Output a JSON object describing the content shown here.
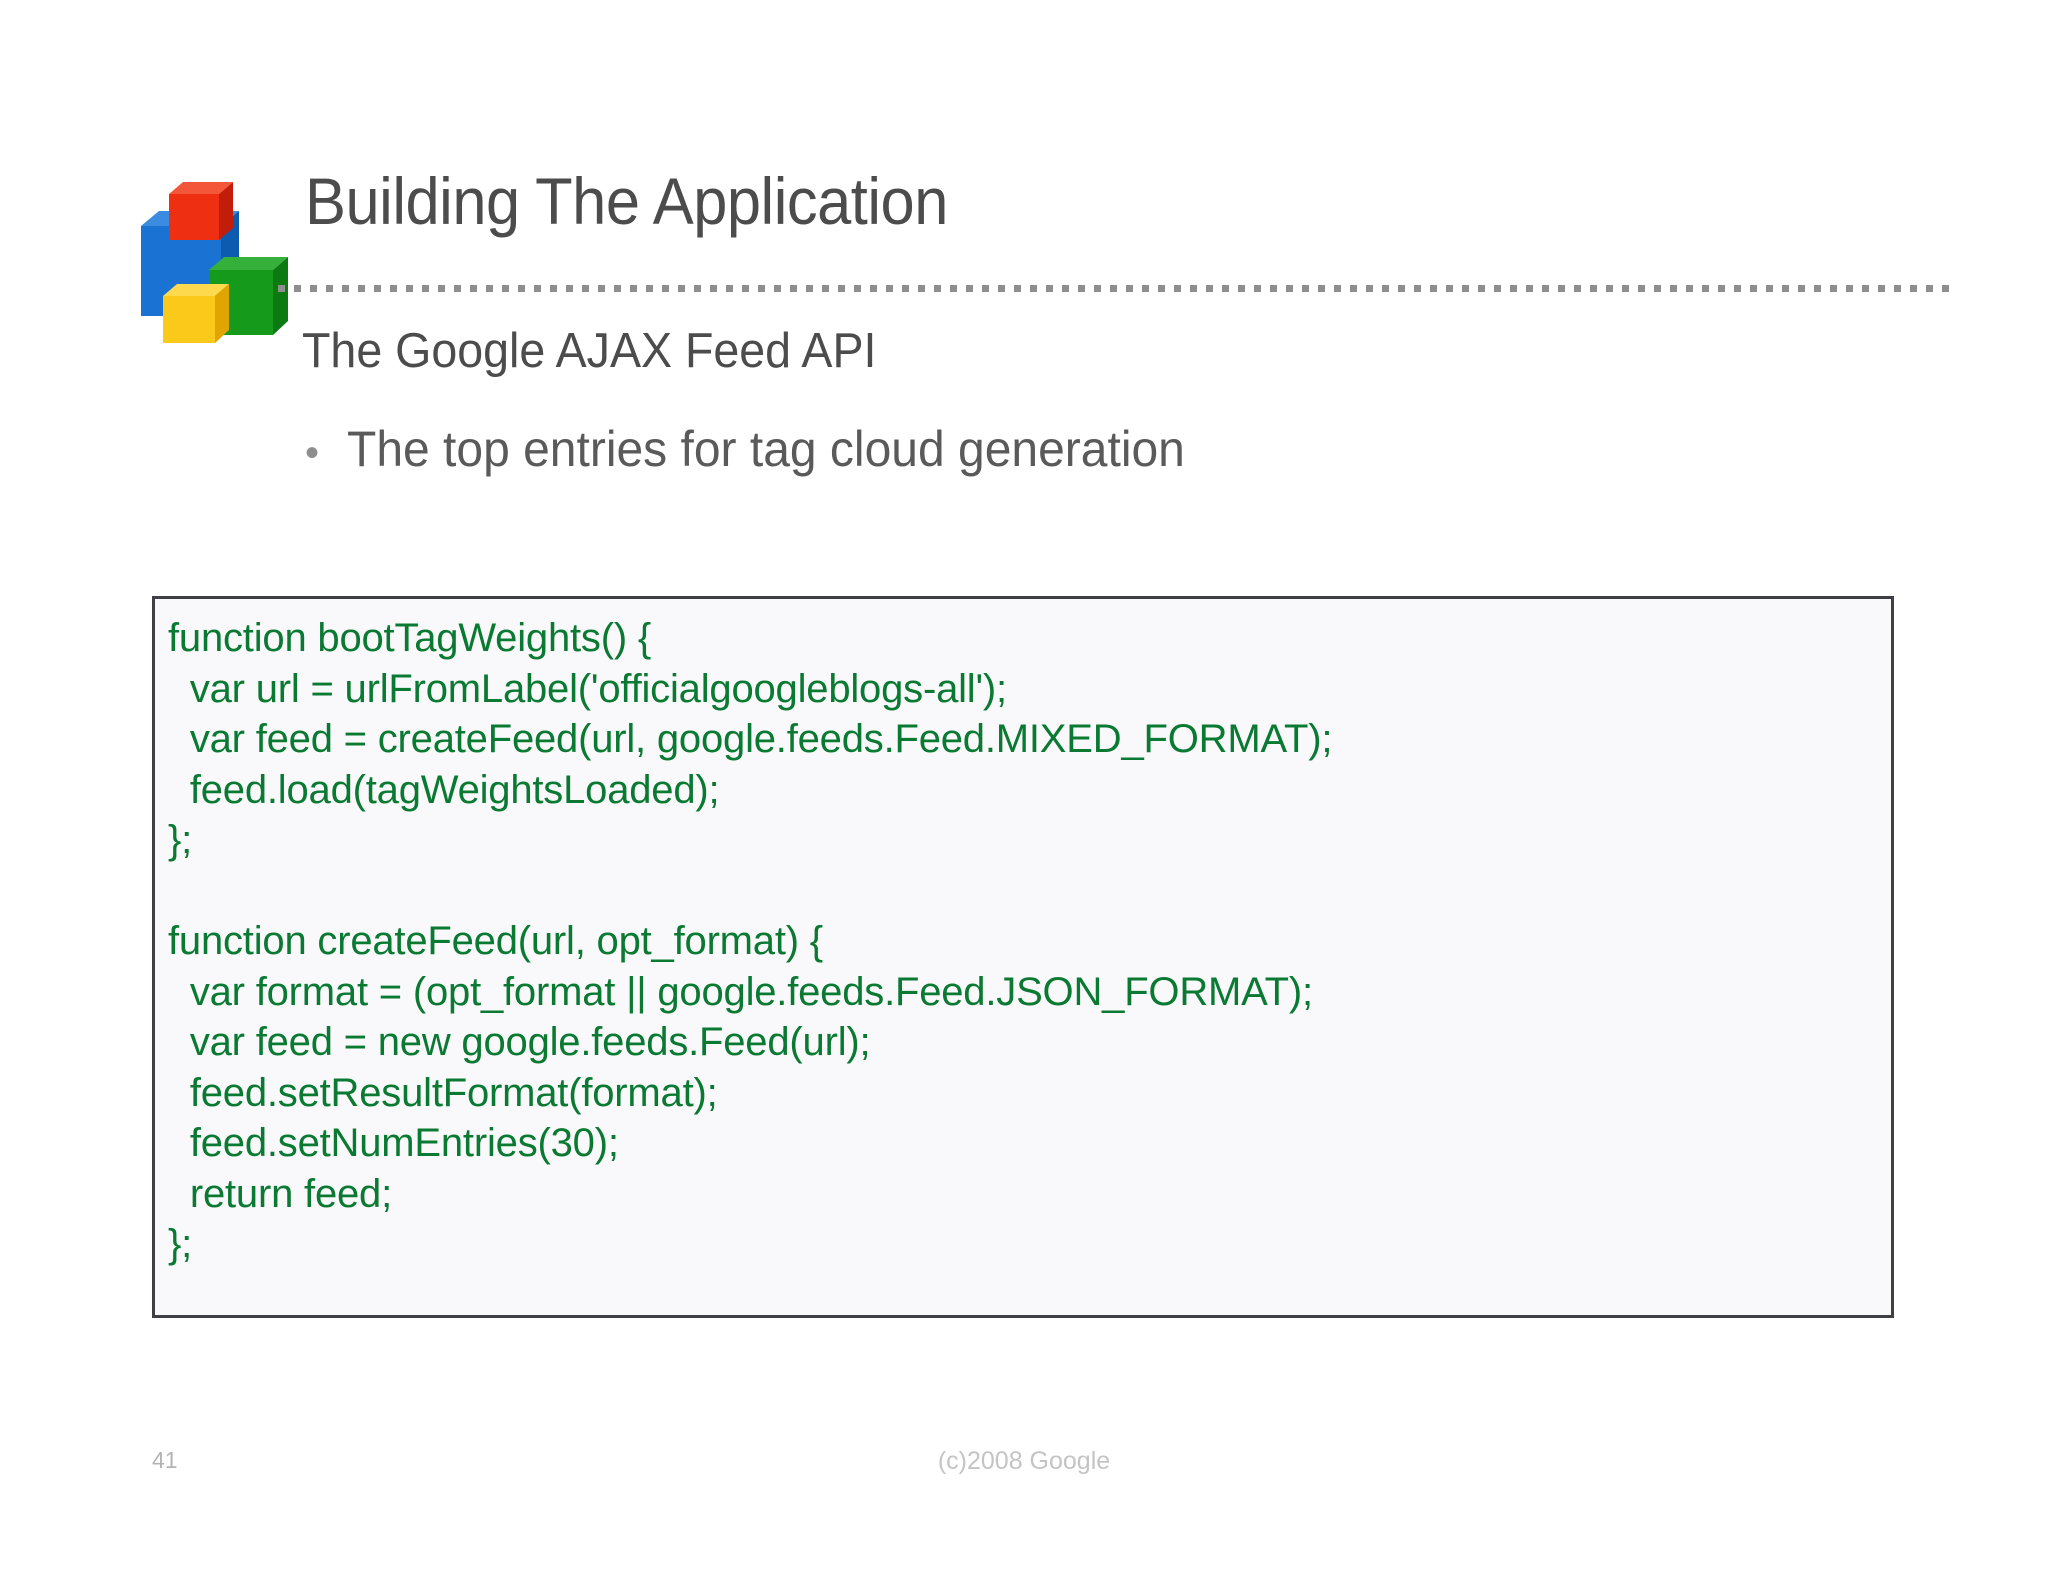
{
  "slide": {
    "title": "Building The Application",
    "subtitle": "The Google AJAX Feed API",
    "bullets": [
      {
        "marker": "•",
        "text": "The top entries for tag cloud generation"
      }
    ],
    "code": "function bootTagWeights() {\n  var url = urlFromLabel('officialgoogleblogs-all');\n  var feed = createFeed(url, google.feeds.Feed.MIXED_FORMAT);\n  feed.load(tagWeightsLoaded);\n};\n\nfunction createFeed(url, opt_format) {\n  var format = (opt_format || google.feeds.Feed.JSON_FORMAT);\n  var feed = new google.feeds.Feed(url);\n  feed.setResultFormat(format);\n  feed.setNumEntries(30);\n  return feed;\n};",
    "footer": {
      "page_number": "41",
      "copyright": "(c)2008 Google"
    },
    "logo": {
      "name": "google-code-blocks-logo",
      "colors": {
        "red": "#ee2f11",
        "red_dark": "#c21d09",
        "red_top": "#f4563a",
        "blue": "#1a73d2",
        "blue_dark": "#0d5bb0",
        "blue_top": "#3b8ce0",
        "green": "#159a1b",
        "green_dark": "#0b7a10",
        "green_top": "#35b03a",
        "yellow": "#fbc91a",
        "yellow_dark": "#e0a500",
        "yellow_top": "#fdd94e"
      }
    },
    "theme": {
      "text_color": "#4c4c4c",
      "code_color": "#0a7a33",
      "code_bg": "#f9f8fa",
      "code_border": "#3f3f46",
      "divider_color": "#8e8e8e",
      "footer_color": "#c4c4c4"
    }
  }
}
